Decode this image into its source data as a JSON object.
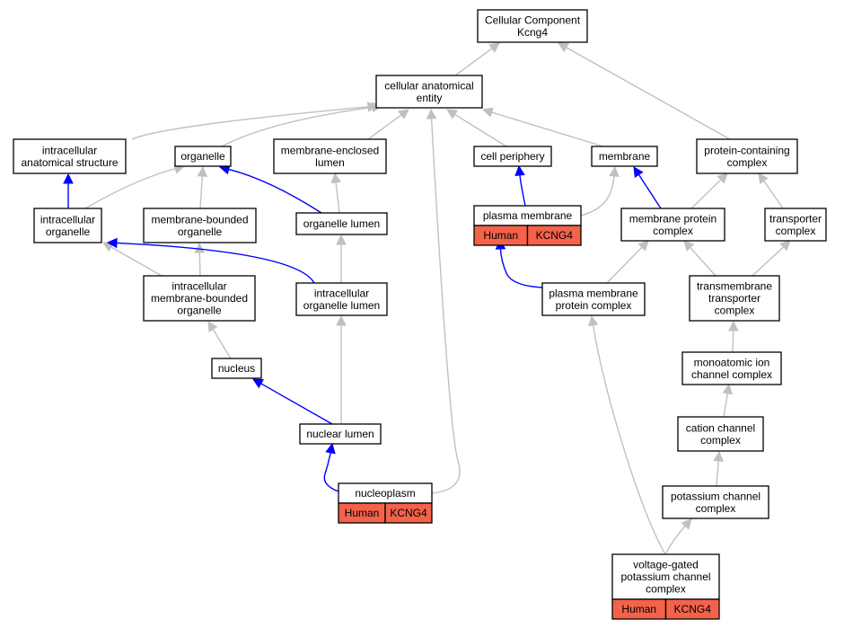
{
  "colors": {
    "gray_edge": "#c0c0c0",
    "blue_edge": "#0000ff",
    "annotation_fill": "#f4624a",
    "node_fill": "#ffffff",
    "node_border": "#000000"
  },
  "nodes": [
    {
      "id": "root",
      "label": [
        "Cellular Component",
        "Kcng4"
      ]
    },
    {
      "id": "cae",
      "label": [
        "cellular anatomical",
        "entity"
      ]
    },
    {
      "id": "ias",
      "label": [
        "intracellular",
        "anatomical structure"
      ]
    },
    {
      "id": "organelle",
      "label": [
        "organelle"
      ]
    },
    {
      "id": "mel",
      "label": [
        "membrane-enclosed",
        "lumen"
      ]
    },
    {
      "id": "cellper",
      "label": [
        "cell periphery"
      ]
    },
    {
      "id": "membrane",
      "label": [
        "membrane"
      ]
    },
    {
      "id": "pcc",
      "label": [
        "protein-containing",
        "complex"
      ]
    },
    {
      "id": "io",
      "label": [
        "intracellular",
        "organelle"
      ]
    },
    {
      "id": "mbo",
      "label": [
        "membrane-bounded",
        "organelle"
      ]
    },
    {
      "id": "ol",
      "label": [
        "organelle lumen"
      ]
    },
    {
      "id": "pm",
      "label": [
        "plasma membrane"
      ],
      "tags": [
        "Human",
        "KCNG4"
      ]
    },
    {
      "id": "mpc",
      "label": [
        "membrane protein",
        "complex"
      ]
    },
    {
      "id": "tc",
      "label": [
        "transporter",
        "complex"
      ]
    },
    {
      "id": "imbo",
      "label": [
        "intracellular",
        "membrane-bounded",
        "organelle"
      ]
    },
    {
      "id": "iol",
      "label": [
        "intracellular",
        "organelle lumen"
      ]
    },
    {
      "id": "pmpc",
      "label": [
        "plasma membrane",
        "protein complex"
      ]
    },
    {
      "id": "ttc",
      "label": [
        "transmembrane",
        "transporter",
        "complex"
      ]
    },
    {
      "id": "nucleus",
      "label": [
        "nucleus"
      ]
    },
    {
      "id": "mic",
      "label": [
        "monoatomic ion",
        "channel complex"
      ]
    },
    {
      "id": "nl",
      "label": [
        "nuclear lumen"
      ]
    },
    {
      "id": "ccc",
      "label": [
        "cation channel",
        "complex"
      ]
    },
    {
      "id": "np",
      "label": [
        "nucleoplasm"
      ],
      "tags": [
        "Human",
        "KCNG4"
      ]
    },
    {
      "id": "pcc2",
      "label": [
        "potassium channel",
        "complex"
      ]
    },
    {
      "id": "vgkcc",
      "label": [
        "voltage-gated",
        "potassium channel",
        "complex"
      ],
      "tags": [
        "Human",
        "KCNG4"
      ]
    }
  ],
  "edges": [
    {
      "from": "cae",
      "to": "root",
      "style": "gray"
    },
    {
      "from": "pcc",
      "to": "root",
      "style": "gray"
    },
    {
      "from": "ias",
      "to": "cae",
      "style": "gray"
    },
    {
      "from": "organelle",
      "to": "cae",
      "style": "gray"
    },
    {
      "from": "mel",
      "to": "cae",
      "style": "gray"
    },
    {
      "from": "cellper",
      "to": "cae",
      "style": "gray"
    },
    {
      "from": "membrane",
      "to": "cae",
      "style": "gray"
    },
    {
      "from": "np",
      "to": "cae",
      "style": "gray"
    },
    {
      "from": "io",
      "to": "ias",
      "style": "blue"
    },
    {
      "from": "io",
      "to": "organelle",
      "style": "gray"
    },
    {
      "from": "mbo",
      "to": "organelle",
      "style": "gray"
    },
    {
      "from": "ol",
      "to": "organelle",
      "style": "blue"
    },
    {
      "from": "ol",
      "to": "mel",
      "style": "gray"
    },
    {
      "from": "pm",
      "to": "cellper",
      "style": "blue"
    },
    {
      "from": "pm",
      "to": "membrane",
      "style": "gray"
    },
    {
      "from": "mpc",
      "to": "membrane",
      "style": "blue"
    },
    {
      "from": "mpc",
      "to": "pcc",
      "style": "gray"
    },
    {
      "from": "tc",
      "to": "pcc",
      "style": "gray"
    },
    {
      "from": "imbo",
      "to": "io",
      "style": "gray"
    },
    {
      "from": "imbo",
      "to": "mbo",
      "style": "gray"
    },
    {
      "from": "iol",
      "to": "io",
      "style": "blue"
    },
    {
      "from": "iol",
      "to": "ol",
      "style": "gray"
    },
    {
      "from": "pmpc",
      "to": "pm",
      "style": "blue"
    },
    {
      "from": "pmpc",
      "to": "mpc",
      "style": "gray"
    },
    {
      "from": "ttc",
      "to": "mpc",
      "style": "gray"
    },
    {
      "from": "ttc",
      "to": "tc",
      "style": "gray"
    },
    {
      "from": "nucleus",
      "to": "imbo",
      "style": "gray"
    },
    {
      "from": "mic",
      "to": "ttc",
      "style": "gray"
    },
    {
      "from": "nl",
      "to": "nucleus",
      "style": "blue"
    },
    {
      "from": "nl",
      "to": "iol",
      "style": "gray"
    },
    {
      "from": "ccc",
      "to": "mic",
      "style": "gray"
    },
    {
      "from": "np",
      "to": "nl",
      "style": "blue"
    },
    {
      "from": "pcc2",
      "to": "ccc",
      "style": "gray"
    },
    {
      "from": "vgkcc",
      "to": "pcc2",
      "style": "gray"
    },
    {
      "from": "vgkcc",
      "to": "pmpc",
      "style": "gray"
    }
  ]
}
